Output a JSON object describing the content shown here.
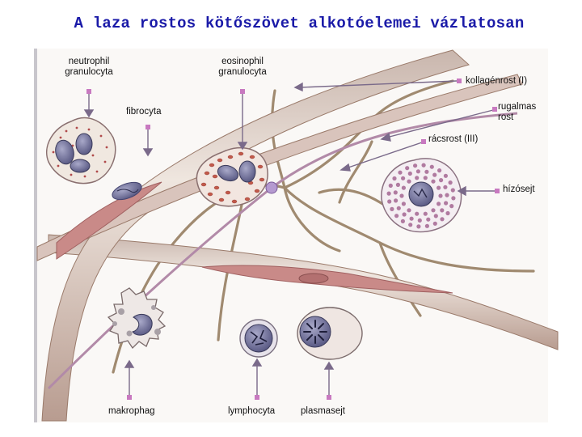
{
  "title": "A laza rostos kötőszövet alkotóelemei vázlatosan",
  "labels": {
    "neutrophil": [
      "neutrophil",
      "granulocyta"
    ],
    "eosinophil": [
      "eosinophil",
      "granulocyta"
    ],
    "kollagen": "kollagénrost (I)",
    "rugalmas": [
      "rugalmas",
      "rost"
    ],
    "fibrocyta": "fibrocyta",
    "racsrost": "rácsrost (III)",
    "hizosejt": "hízósejt",
    "makrophag": "makrophag",
    "lymphocyta": "lymphocyta",
    "plasmasejt": "plasmasejt"
  },
  "colors": {
    "title": "#1a1aa8",
    "pointer": "#7a6a8a",
    "pointer_tip": "#c879c0",
    "collagen_fiber": "#e2d6cc",
    "collagen_edge": "#9a7a6a",
    "reticular_fiber": "#a08a70",
    "elastic_fiber": "#b28aa8",
    "nucleus": "#6a6a90",
    "granule": "#b04a4a",
    "mast_granule": "#b07aa0"
  }
}
